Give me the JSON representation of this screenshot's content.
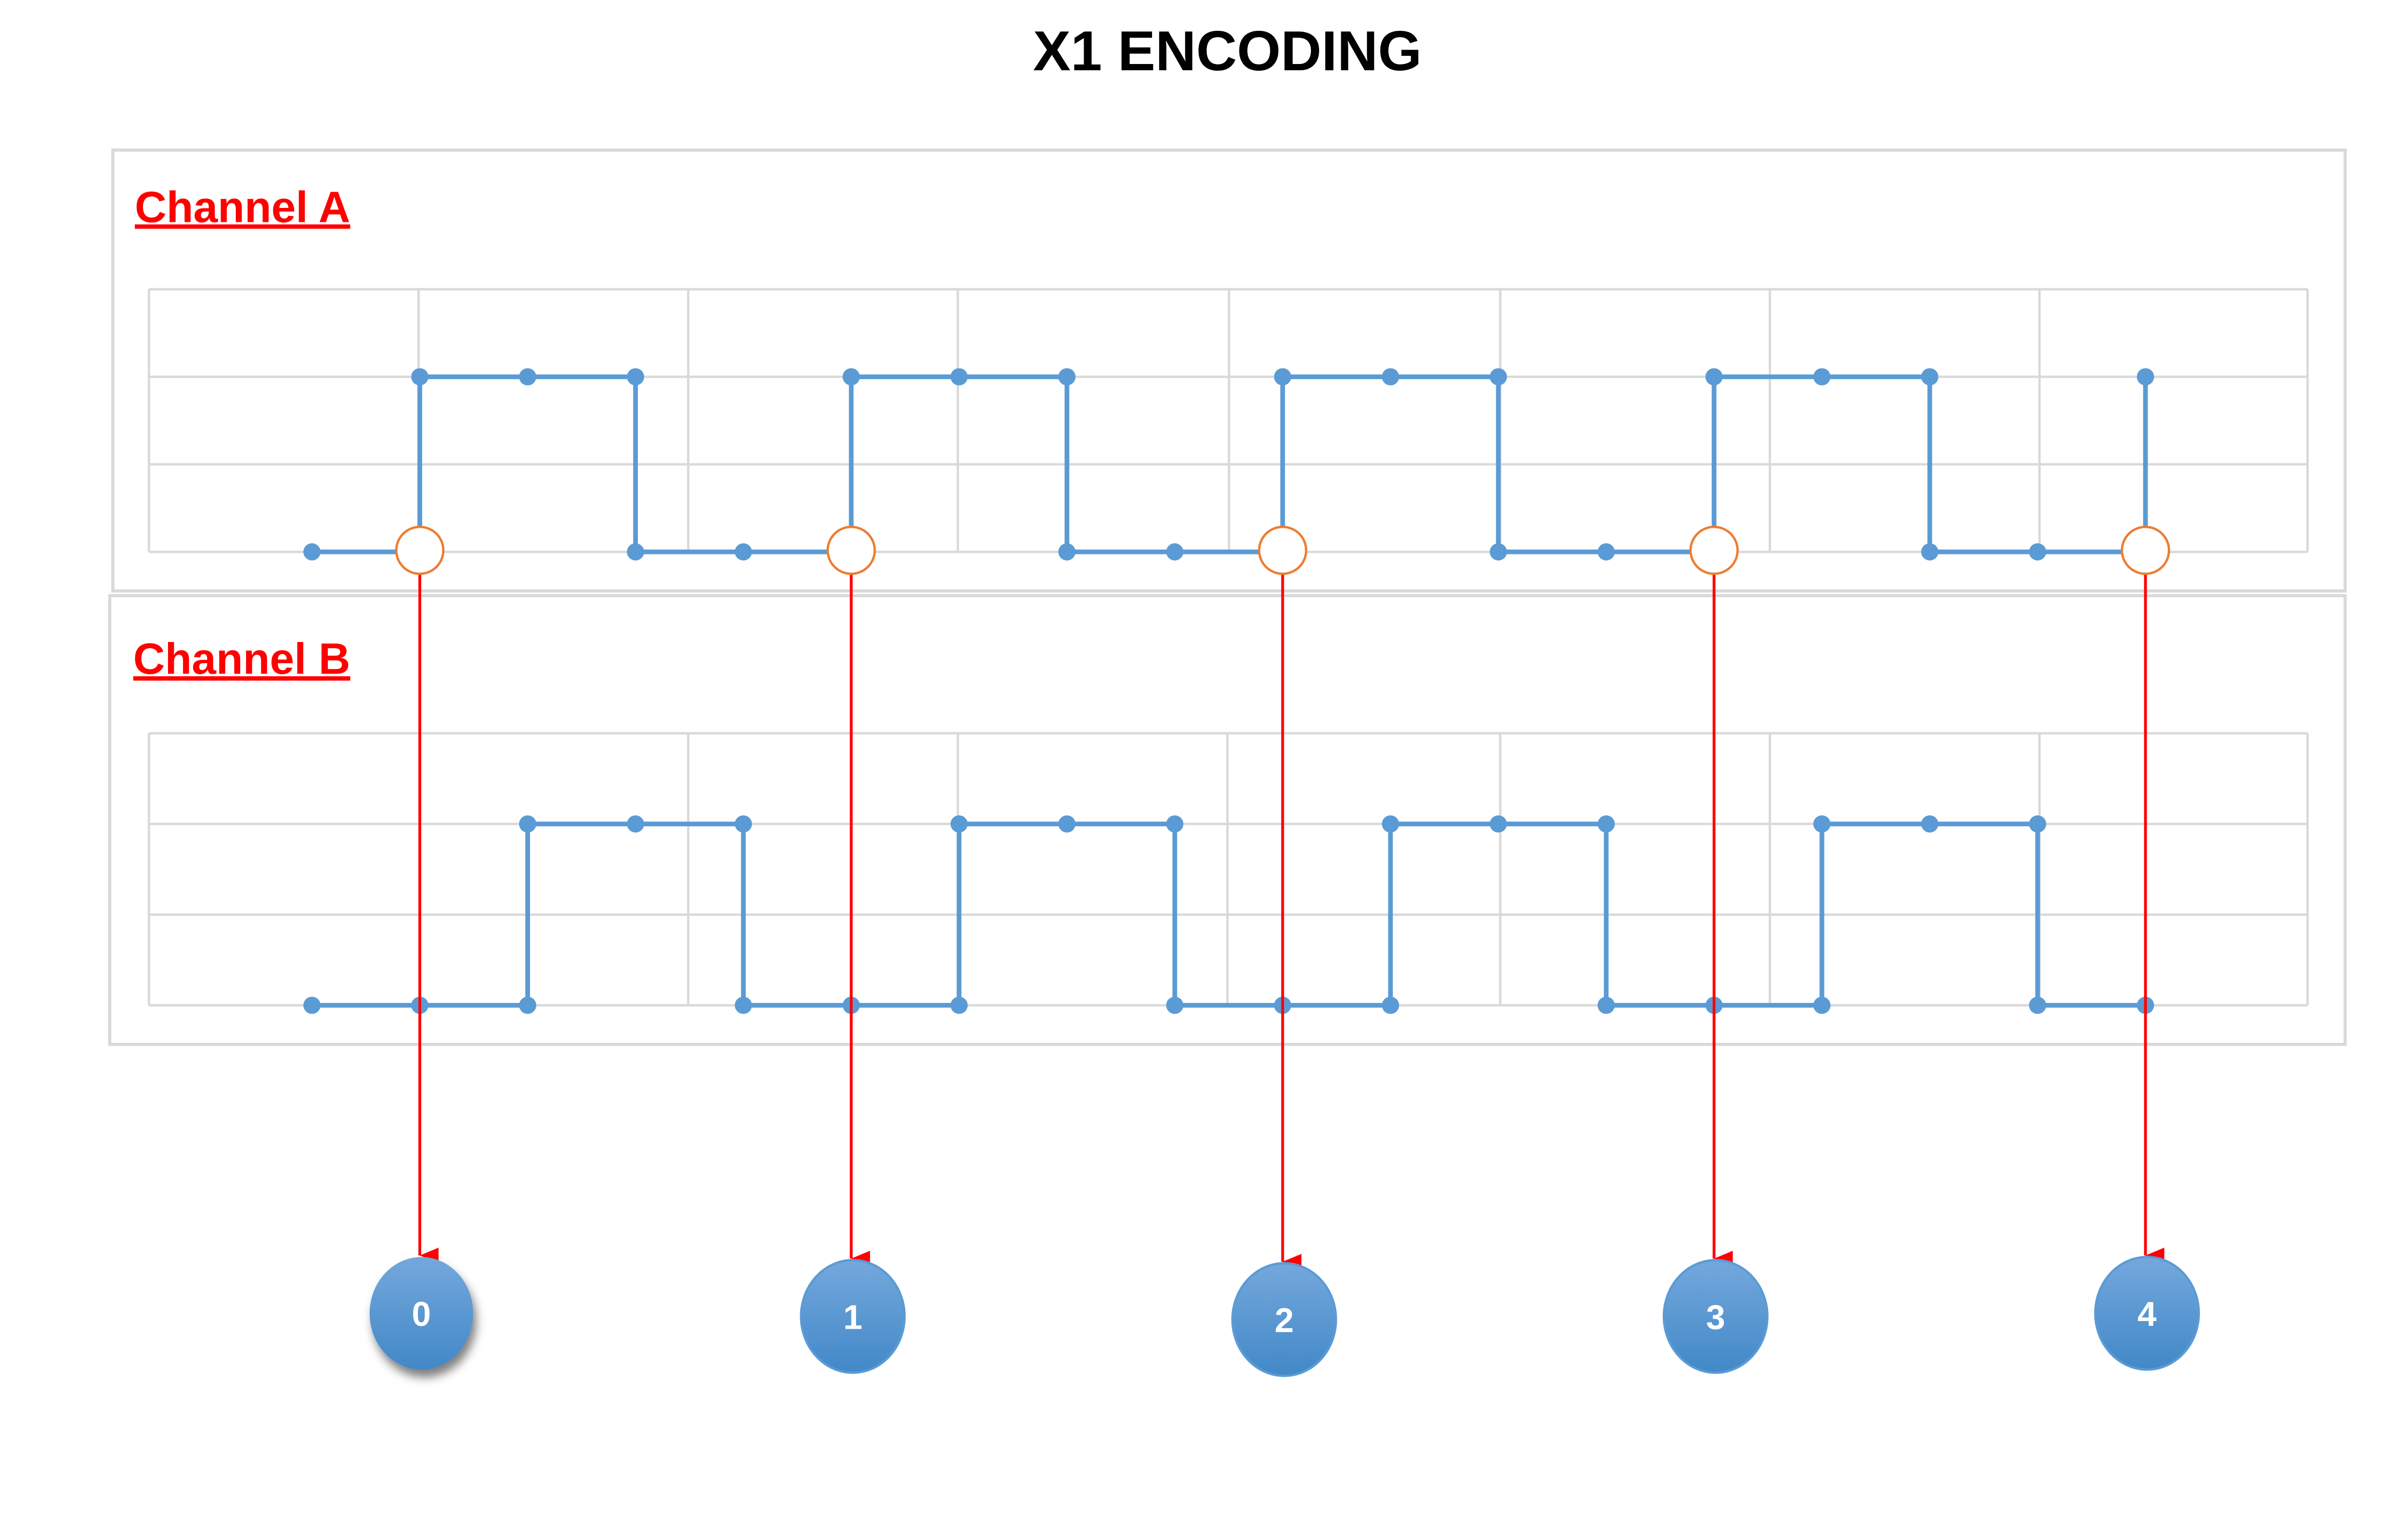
{
  "title": "X1 ENCODING",
  "colors": {
    "signal": "#5b9bd5",
    "edge_marker": "#ed7d31",
    "arrow": "#ff0000",
    "label": "#ff0000",
    "grid": "#d9d9d9"
  },
  "chart_data": [
    {
      "type": "line",
      "name": "Channel A",
      "label": "Channel A",
      "ylim": [
        0,
        1.5
      ],
      "xlim": [
        -1.5,
        18.5
      ],
      "grid": true,
      "points": [
        [
          0,
          0
        ],
        [
          1,
          0
        ],
        [
          1,
          1
        ],
        [
          2,
          1
        ],
        [
          3,
          1
        ],
        [
          3,
          0
        ],
        [
          4,
          0
        ],
        [
          5,
          0
        ],
        [
          5,
          1
        ],
        [
          6,
          1
        ],
        [
          7,
          1
        ],
        [
          7,
          0
        ],
        [
          8,
          0
        ],
        [
          9,
          0
        ],
        [
          9,
          1
        ],
        [
          10,
          1
        ],
        [
          11,
          1
        ],
        [
          11,
          0
        ],
        [
          12,
          0
        ],
        [
          13,
          0
        ],
        [
          13,
          1
        ],
        [
          14,
          1
        ],
        [
          15,
          1
        ],
        [
          15,
          0
        ],
        [
          16,
          0
        ],
        [
          17,
          0
        ],
        [
          17,
          1
        ]
      ],
      "rising_edges": [
        1,
        5,
        9,
        13,
        17
      ]
    },
    {
      "type": "line",
      "name": "Channel B",
      "label": "Channel B",
      "ylim": [
        0,
        1.5
      ],
      "xlim": [
        -1.5,
        18.5
      ],
      "grid": true,
      "points": [
        [
          0,
          0
        ],
        [
          1,
          0
        ],
        [
          2,
          0
        ],
        [
          2,
          1
        ],
        [
          3,
          1
        ],
        [
          4,
          1
        ],
        [
          4,
          0
        ],
        [
          5,
          0
        ],
        [
          6,
          0
        ],
        [
          6,
          1
        ],
        [
          7,
          1
        ],
        [
          8,
          1
        ],
        [
          8,
          0
        ],
        [
          9,
          0
        ],
        [
          10,
          0
        ],
        [
          10,
          1
        ],
        [
          11,
          1
        ],
        [
          12,
          1
        ],
        [
          12,
          0
        ],
        [
          13,
          0
        ],
        [
          14,
          0
        ],
        [
          14,
          1
        ],
        [
          15,
          1
        ],
        [
          16,
          1
        ],
        [
          16,
          0
        ],
        [
          17,
          0
        ]
      ]
    }
  ],
  "counts": [
    {
      "label": "0",
      "edge": 1
    },
    {
      "label": "1",
      "edge": 5
    },
    {
      "label": "2",
      "edge": 9
    },
    {
      "label": "3",
      "edge": 13
    },
    {
      "label": "4",
      "edge": 17
    }
  ]
}
